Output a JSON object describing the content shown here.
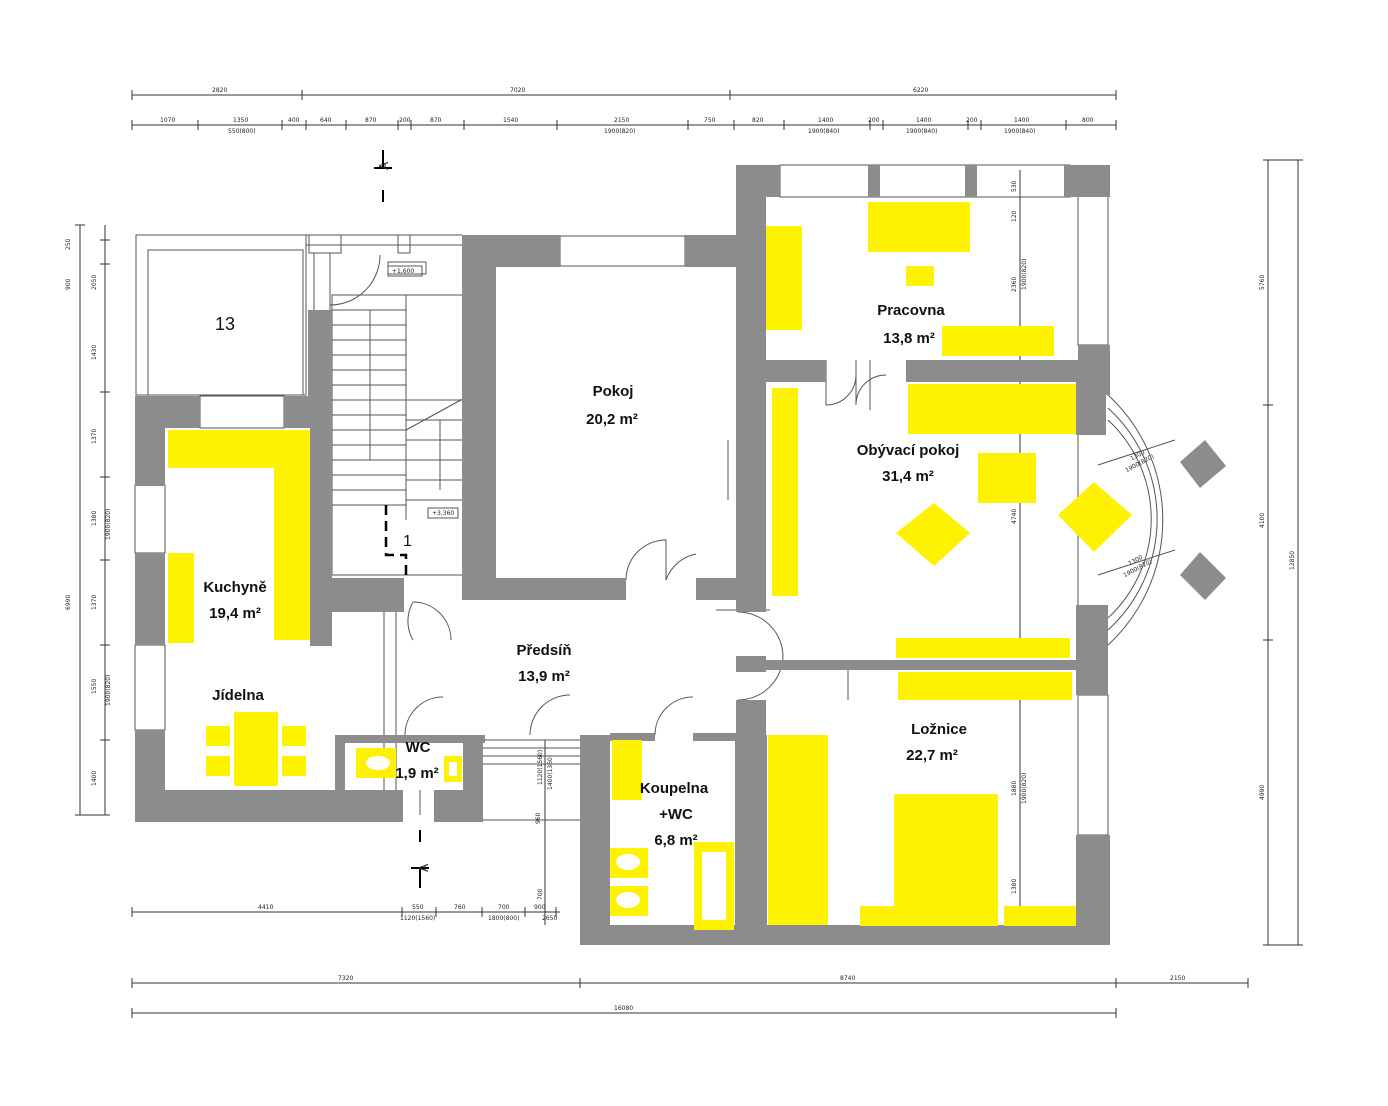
{
  "rooms": {
    "pracovna": {
      "name": "Pracovna",
      "area": "13,8 m²"
    },
    "pokoj": {
      "name": "Pokoj",
      "area": "20,2 m²"
    },
    "obyvaci": {
      "name": "Obývací pokoj",
      "area": "31,4 m²"
    },
    "kuchyne": {
      "name": "Kuchyně",
      "area": "19,4 m²"
    },
    "jidelna": {
      "name": "Jídelna"
    },
    "predsin": {
      "name": "Předsíň",
      "area": "13,9 m²"
    },
    "wc": {
      "name": "WC",
      "area": "1,9 m²"
    },
    "koupelna": {
      "name": "Koupelna",
      "name2": "+WC",
      "area": "6,8 m²"
    },
    "loznice": {
      "name": "Ložnice",
      "area": "22,7 m²"
    }
  },
  "labels": {
    "terrace_number": "13",
    "stair_number": "1",
    "section_top": "A",
    "section_bottom": "A",
    "level_upper": "+1,600",
    "level_lower": "+3,360"
  },
  "dimensions": {
    "top_row1": [
      "2820",
      "7020",
      "6220"
    ],
    "top_row2": [
      "1070",
      "1350",
      "400",
      "640",
      "870",
      "200",
      "870",
      "1540",
      "2150",
      "750",
      "820",
      "1400",
      "200",
      "1400",
      "200",
      "1400",
      "800"
    ],
    "top_row2_sub": [
      "550(800)",
      "1900(820)",
      "1900(840)",
      "1900(840)",
      "1900(840)"
    ],
    "bottom_row1": [
      "4410",
      "550",
      "760",
      "700",
      "900"
    ],
    "bottom_row1_sub": [
      "1120(1560)",
      "1800(800)",
      "2650"
    ],
    "bottom_row2": [
      "7320",
      "8740",
      "2150"
    ],
    "bottom_total": "16080",
    "left": [
      "250",
      "900",
      "2050",
      "1430",
      "1370",
      "1380",
      "1900(820)",
      "1370",
      "1550",
      "1900(820)",
      "1400",
      "6990"
    ],
    "right": [
      "5760",
      "4100",
      "4990",
      "12850"
    ],
    "inner": [
      "530",
      "120",
      "2360",
      "1900(820)",
      "4740",
      "1300",
      "1900(820)",
      "1300",
      "1900(820)",
      "1880",
      "1900(820)",
      "1380",
      "1120(1560)",
      "960",
      "700",
      "1400(1360)"
    ]
  },
  "colors": {
    "wall": "#8c8c8c",
    "furniture": "#fff200"
  }
}
